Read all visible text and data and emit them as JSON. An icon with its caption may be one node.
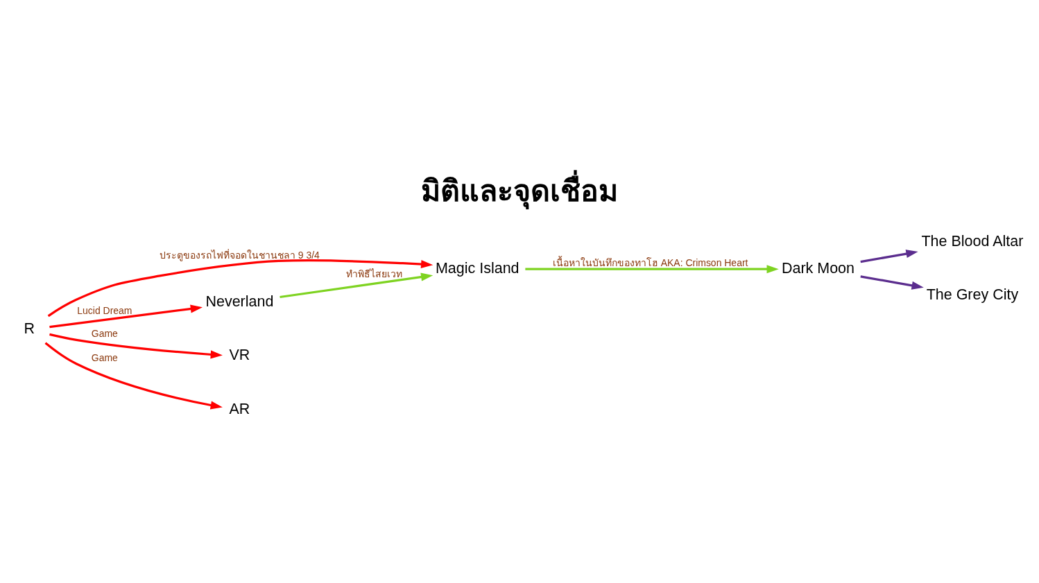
{
  "diagram": {
    "title": "มิติและจุดเชื่อม",
    "nodes": [
      {
        "text": [
          "R"
        ]
      },
      {
        "text": [
          "Magic Island"
        ]
      },
      {
        "text": [
          "Neverland"
        ]
      },
      {
        "text": [
          "VR"
        ]
      },
      {
        "text": [
          "AR"
        ]
      },
      {
        "text": [
          "Dark Moon"
        ]
      },
      {
        "text": [
          "The Blood Altar"
        ]
      },
      {
        "text": [
          "The Grey City"
        ]
      }
    ],
    "edges": [
      {
        "from": 0,
        "to": 1,
        "arrow": "to",
        "label": "ประตูของรถไฟที่จอดในชานชลา 9 3/4"
      },
      {
        "from": 0,
        "to": 2,
        "arrow": "to",
        "label": "Lucid Dream"
      },
      {
        "from": 0,
        "to": 3,
        "arrow": "to",
        "label": "Game"
      },
      {
        "from": 0,
        "to": 4,
        "arrow": "to",
        "label": "Game"
      },
      {
        "from": 2,
        "to": 1,
        "arrow": "to",
        "label": "ทำพิธีไสยเวท",
        "color": "#7ed321"
      },
      {
        "from": 1,
        "to": 5,
        "arrow": "to",
        "label": "เนื้อหาในบันทึกของทาโฮ AKA: Crimson Heart",
        "color": "#7ed321"
      },
      {
        "from": 5,
        "to": 6,
        "arrow": "to",
        "color": "#5b2d8e"
      },
      {
        "from": 5,
        "to": 7,
        "arrow": "to",
        "color": "#5b2d8e"
      }
    ]
  }
}
